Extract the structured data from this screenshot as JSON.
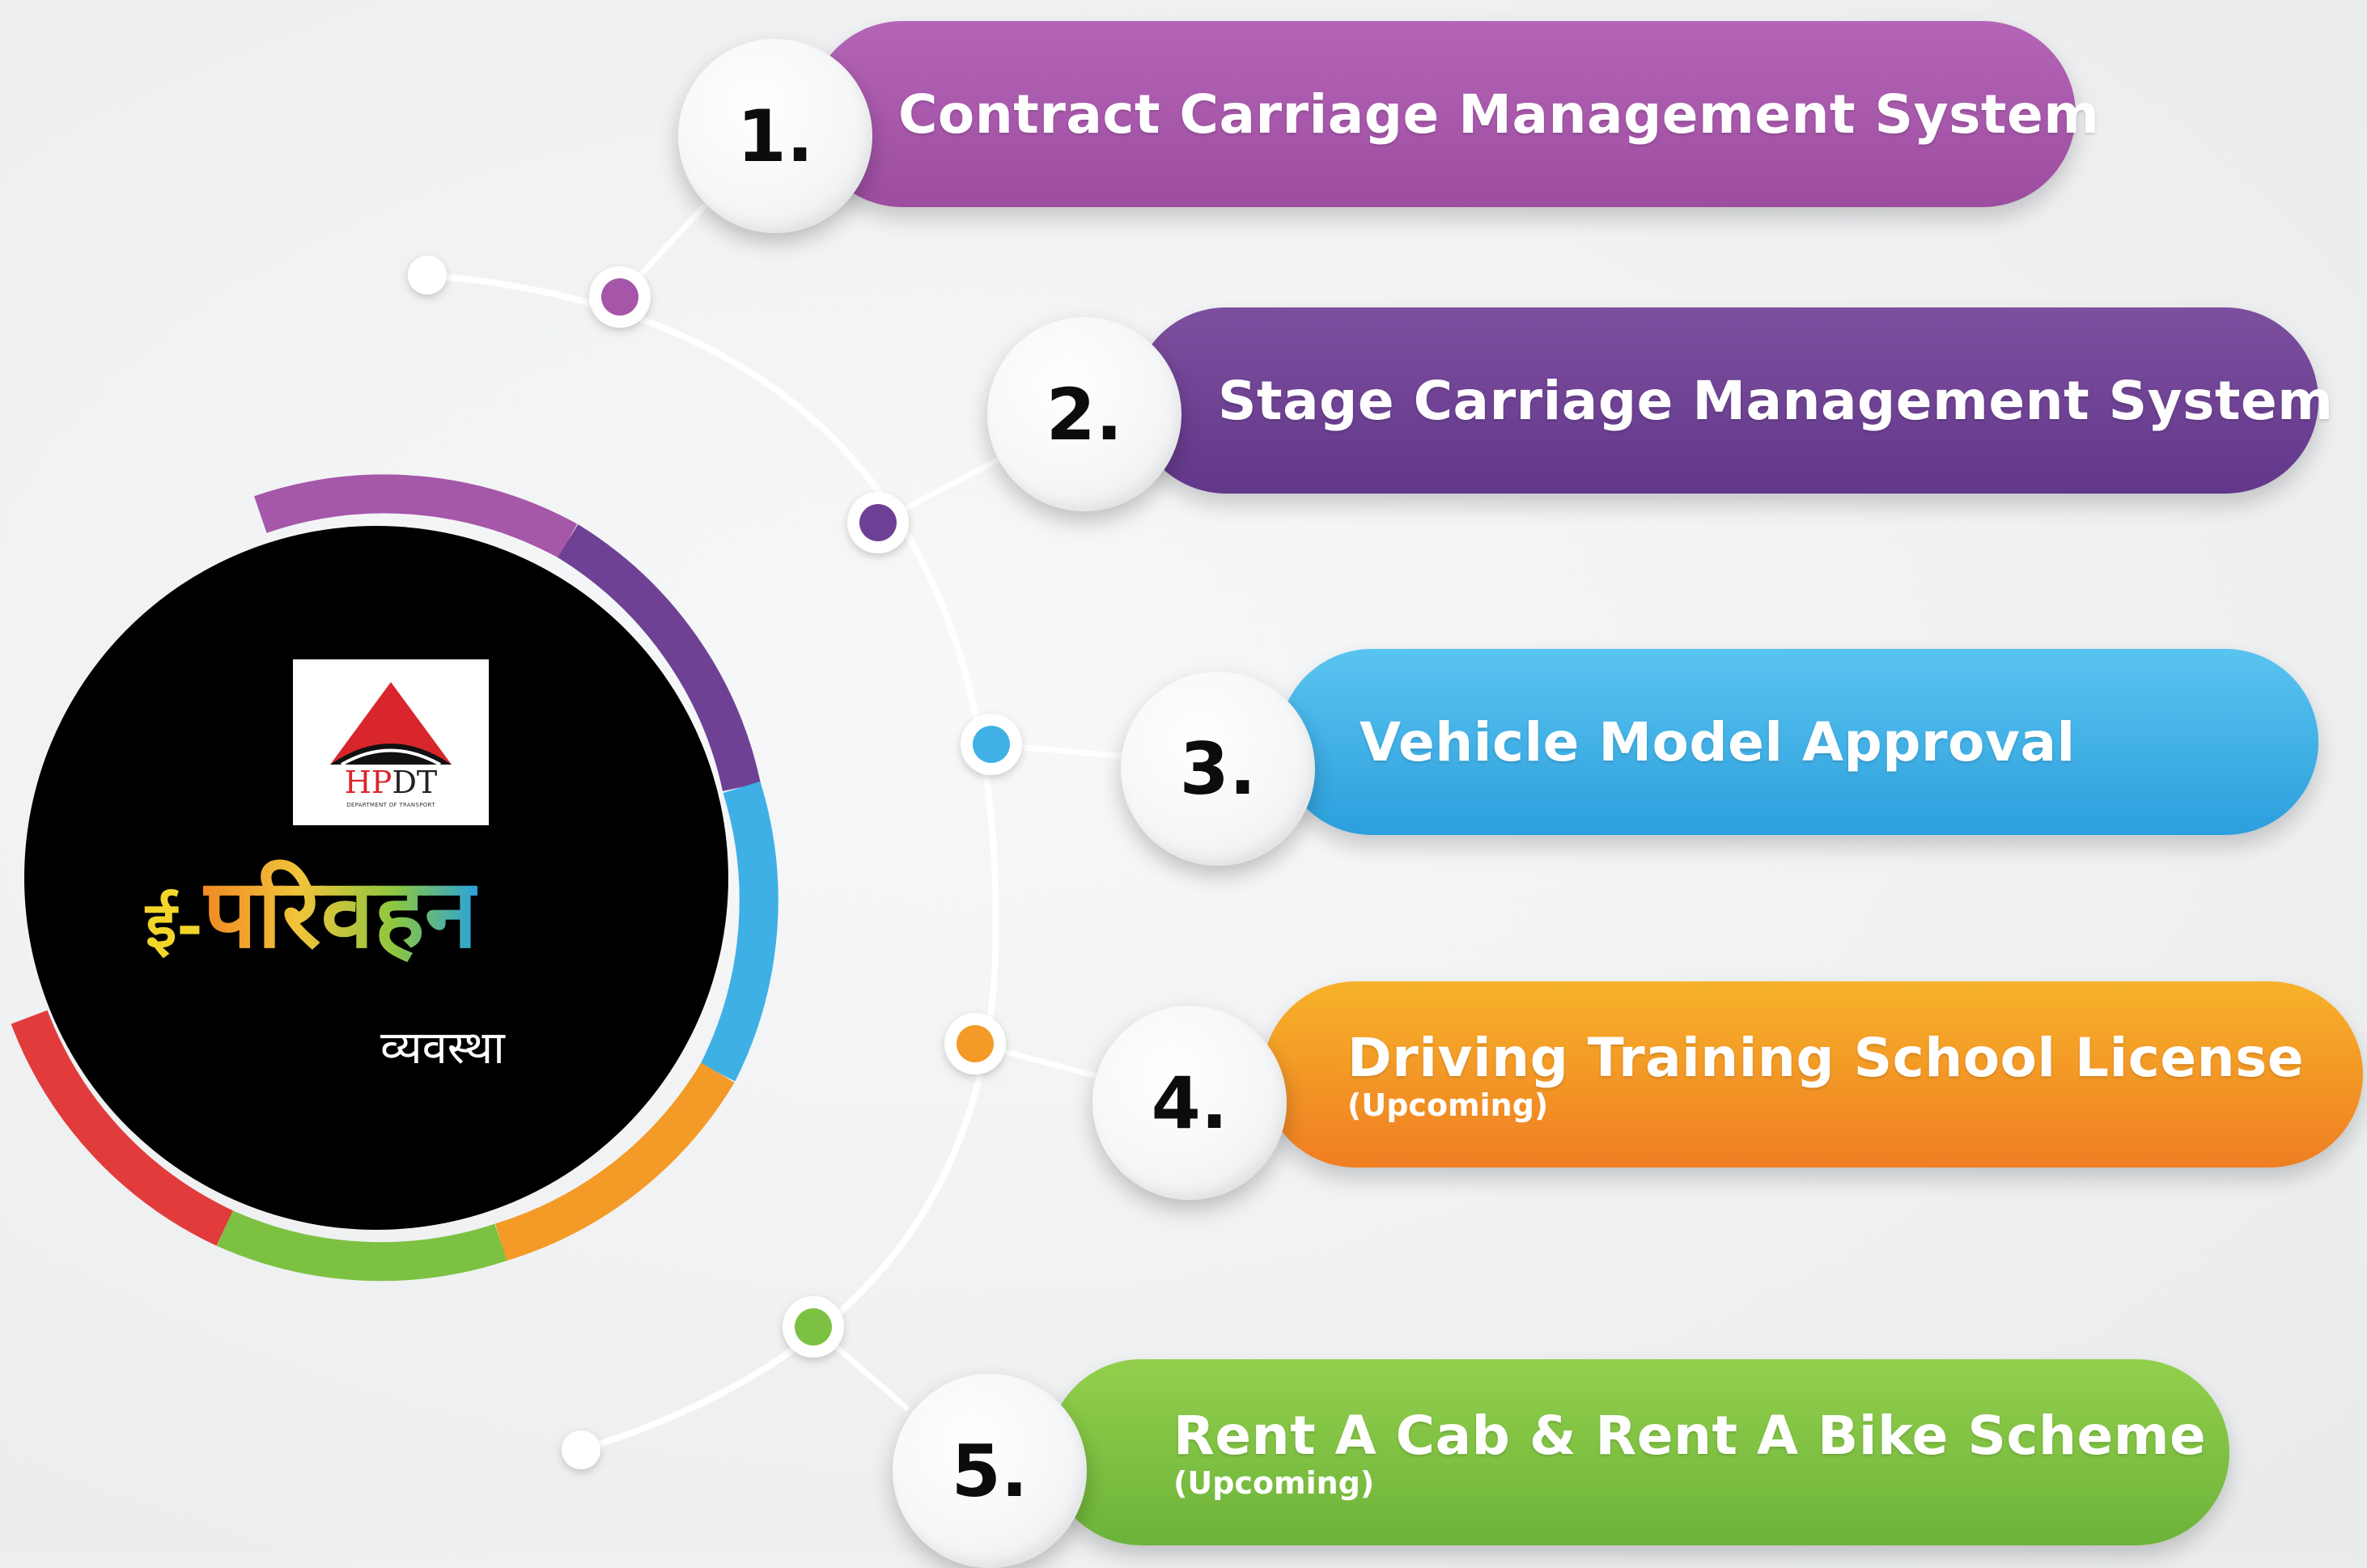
{
  "colors": {
    "item1": "#a557a8",
    "item2": "#6e4195",
    "item3": "#3fb0e6",
    "item4": "#f49a26",
    "item5": "#7dc142",
    "ring_red": "#e23b3b",
    "background": "#eef0f2"
  },
  "logo": {
    "org_prefix": "HP",
    "org_suffix": "DT",
    "org_caption": "DEPARTMENT OF TRANSPORT",
    "title_prefix": "ई-",
    "title_main": "परिवहन",
    "subtitle": "व्यवस्था"
  },
  "items": [
    {
      "number": "1.",
      "label": "Contract Carriage Management System",
      "sub": ""
    },
    {
      "number": "2.",
      "label": "Stage Carriage Management System",
      "sub": ""
    },
    {
      "number": "3.",
      "label": "Vehicle Model Approval",
      "sub": ""
    },
    {
      "number": "4.",
      "label": "Driving Training School License",
      "sub": "(Upcoming)"
    },
    {
      "number": "5.",
      "label": "Rent A Cab & Rent A Bike Scheme",
      "sub": "(Upcoming)"
    }
  ]
}
